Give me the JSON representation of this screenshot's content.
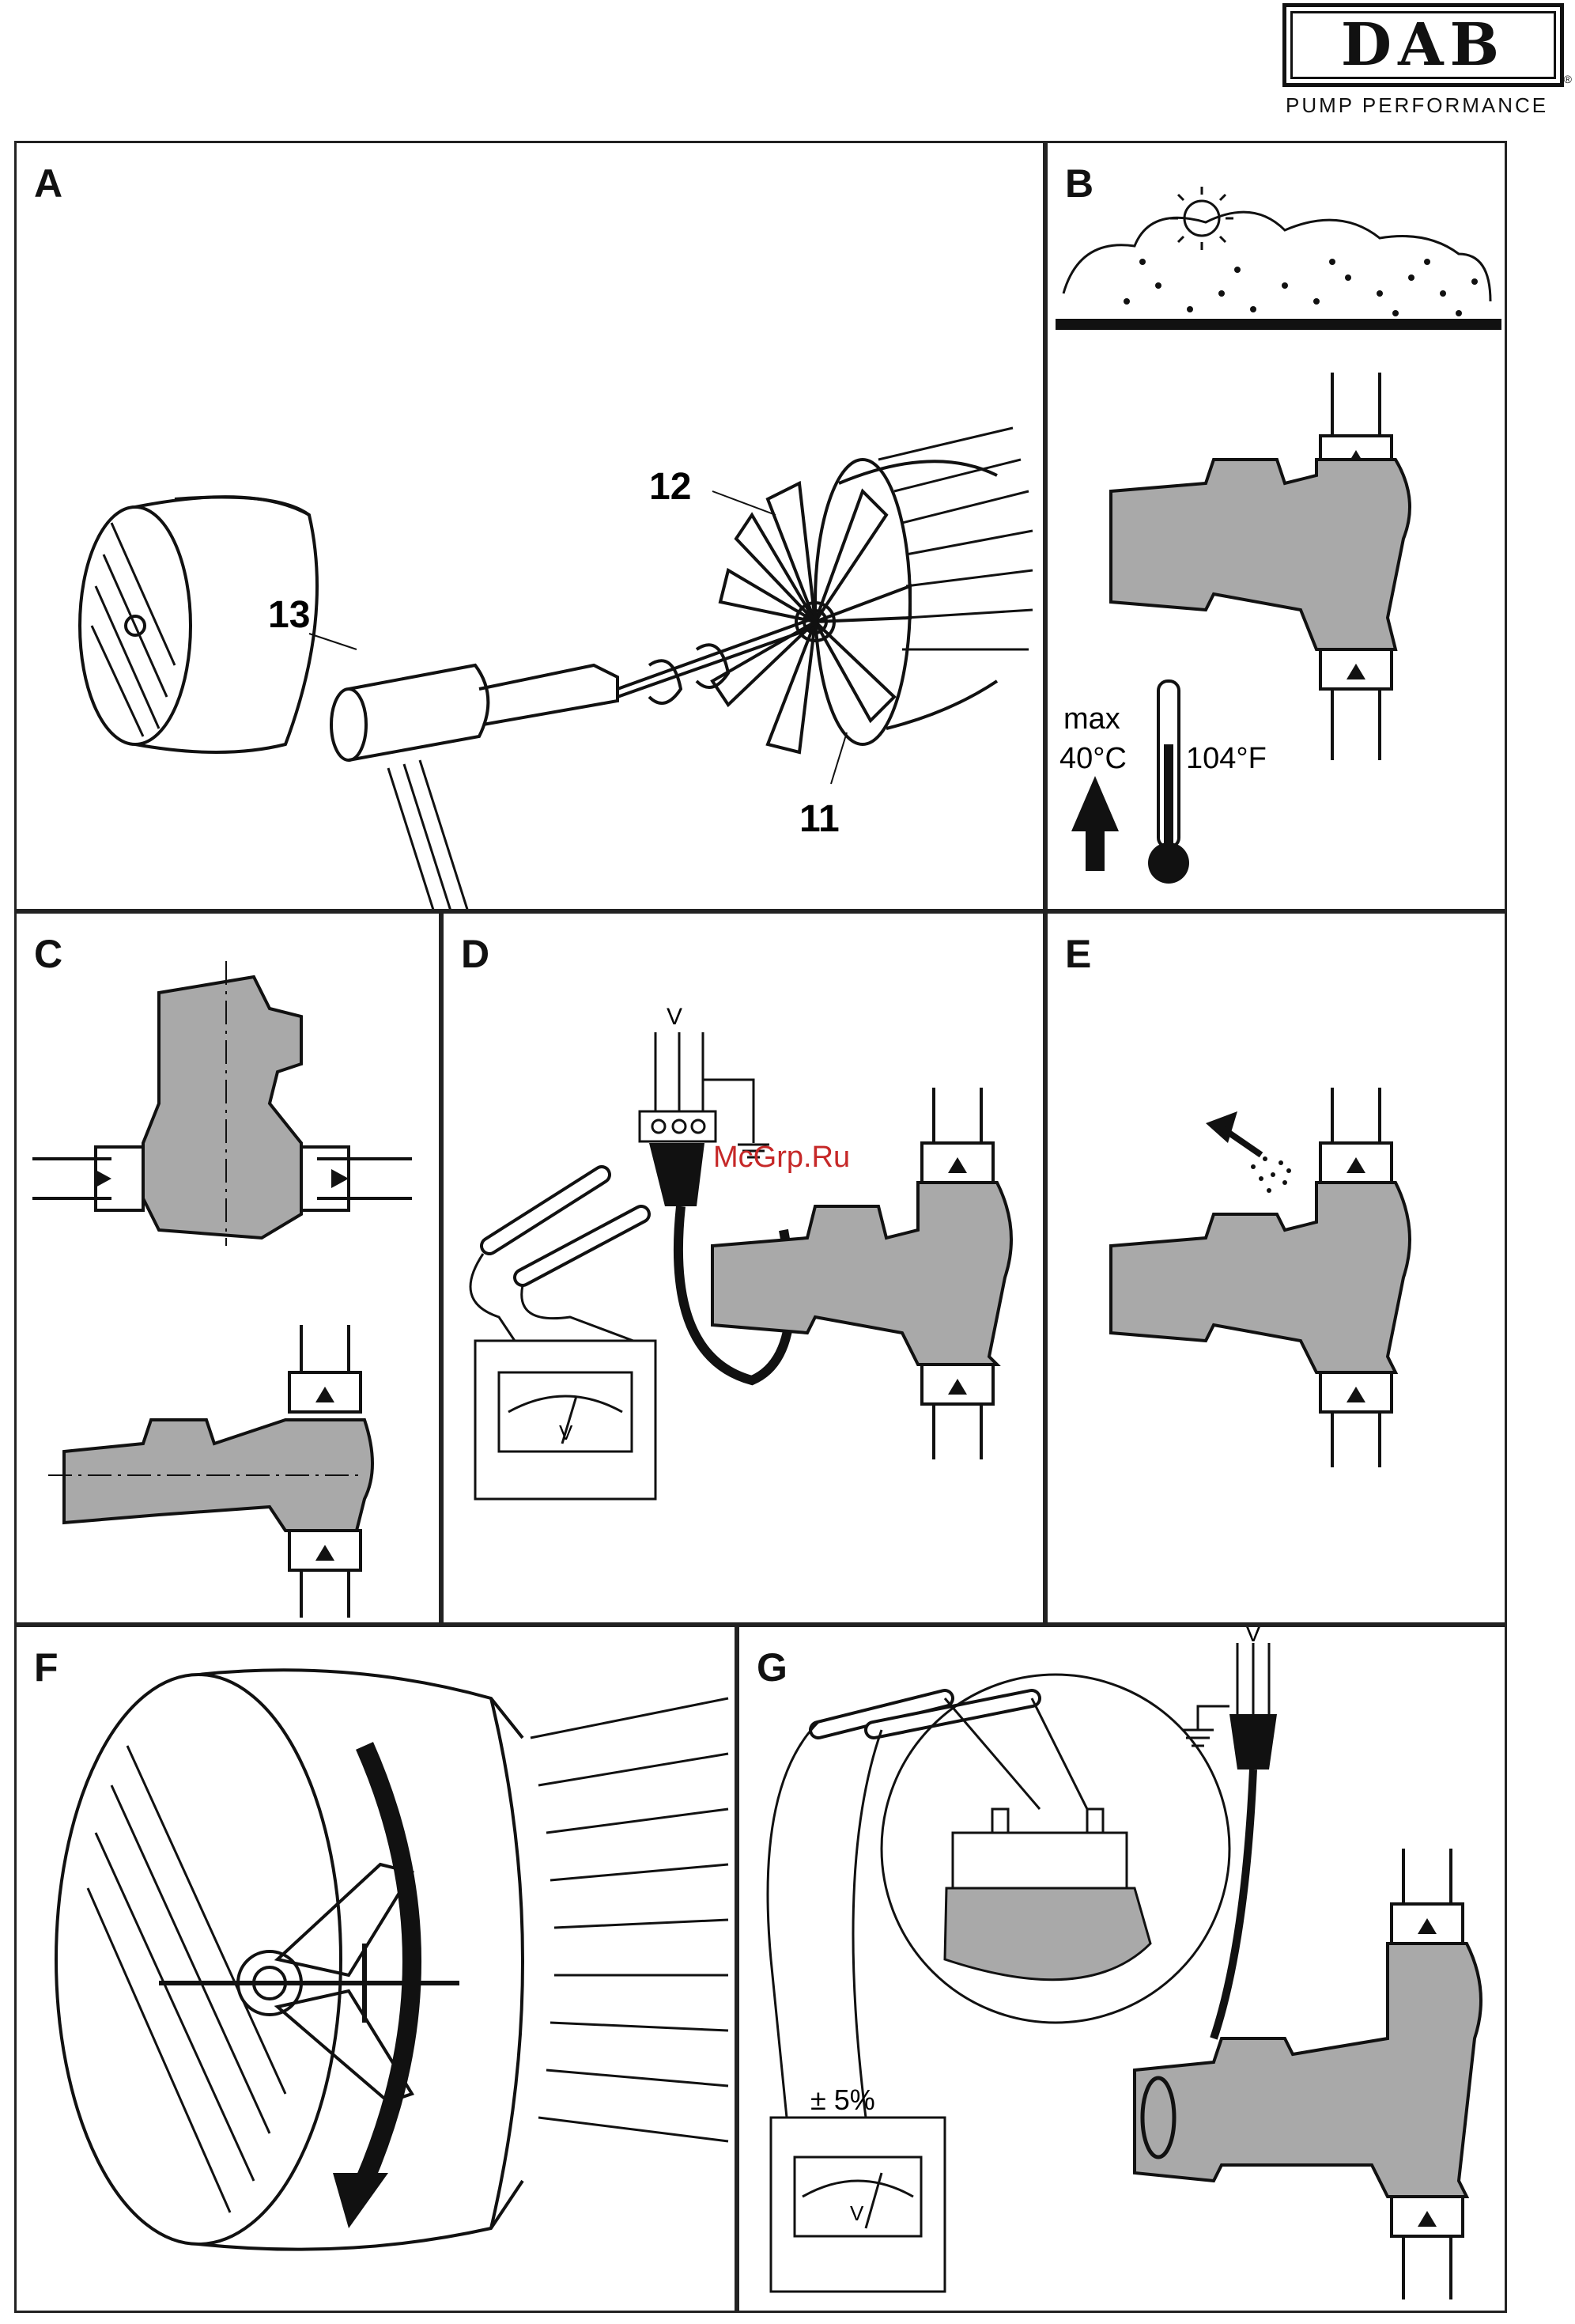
{
  "brand": {
    "name": "DAB",
    "tagline": "PUMP PERFORMANCE"
  },
  "watermark": "McGrp.Ru",
  "panels": {
    "a": {
      "letter": "A",
      "callouts": [
        "12",
        "13",
        "11"
      ]
    },
    "b": {
      "letter": "B",
      "temp_label": "max",
      "temp_c": "40°C",
      "temp_f": "104°F"
    },
    "c": {
      "letter": "C"
    },
    "d": {
      "letter": "D",
      "voltage_label": "V",
      "meter_label": "V"
    },
    "e": {
      "letter": "E"
    },
    "f": {
      "letter": "F"
    },
    "g": {
      "letter": "G",
      "voltage_label": "V",
      "tolerance": "± 5%",
      "meter_label": "V"
    }
  },
  "colors": {
    "ink": "#111111",
    "pump_fill": "#a9a9a9",
    "watermark": "#c62828"
  }
}
